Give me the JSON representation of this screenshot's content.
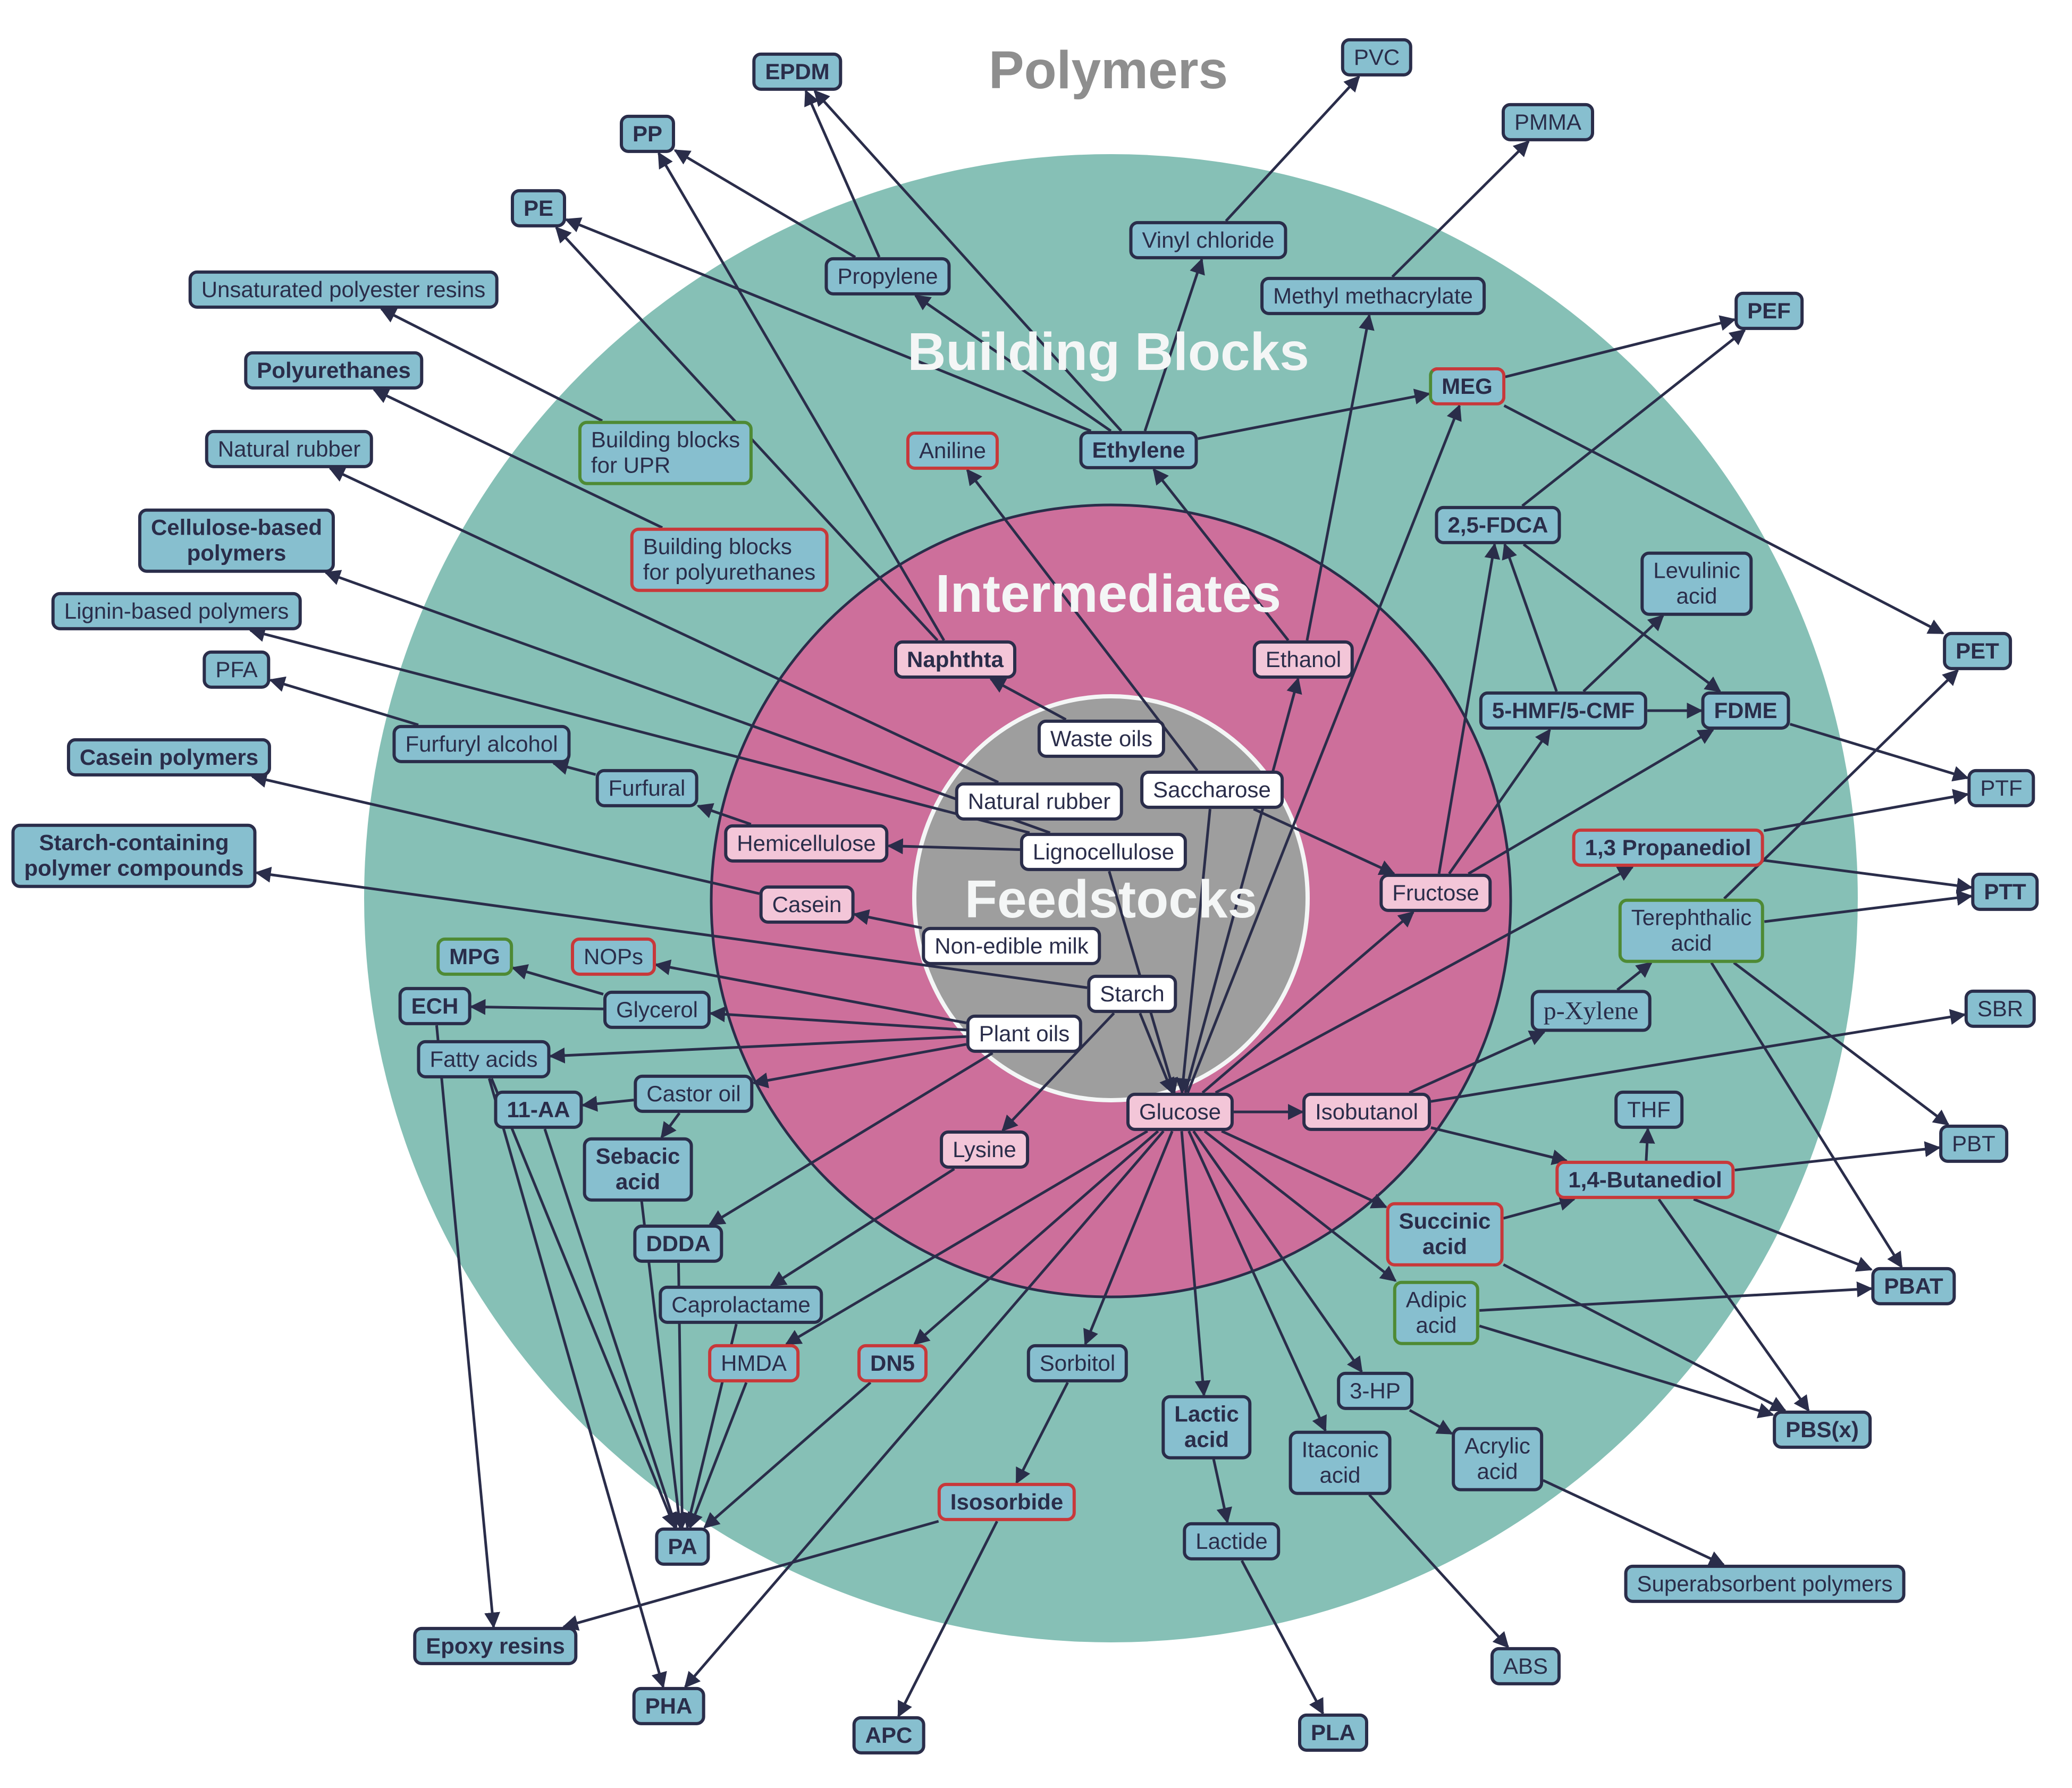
{
  "rings": {
    "polymers": "Polymers",
    "building_blocks": "Building Blocks",
    "intermediates": "Intermediates",
    "feedstocks": "Feedstocks"
  },
  "colors": {
    "teal_ring": "#86c0b6",
    "pink_ring": "#cd6f9b",
    "gray_core": "#9e9e9e",
    "node_blue": "#87bfcf",
    "node_pink": "#f3c6d8",
    "node_white": "#ffffff",
    "border_dark": "#2a2d4a",
    "border_red": "#c8383a",
    "border_green": "#4e8a34",
    "edge": "#2a2d4a"
  },
  "nodes": [
    {
      "id": "epdm",
      "label": "EPDM",
      "layer": "polymer",
      "bold": true
    },
    {
      "id": "pvc",
      "label": "PVC",
      "layer": "polymer"
    },
    {
      "id": "pp",
      "label": "PP",
      "layer": "polymer",
      "bold": true
    },
    {
      "id": "pmma",
      "label": "PMMA",
      "layer": "polymer"
    },
    {
      "id": "pe",
      "label": "PE",
      "layer": "polymer",
      "bold": true
    },
    {
      "id": "upr",
      "label": "Unsaturated polyester resins",
      "layer": "polymer"
    },
    {
      "id": "pef",
      "label": "PEF",
      "layer": "polymer",
      "bold": true
    },
    {
      "id": "pu",
      "label": "Polyurethanes",
      "layer": "polymer",
      "bold": true
    },
    {
      "id": "natrubber_p",
      "label": "Natural rubber",
      "layer": "polymer"
    },
    {
      "id": "cellulose",
      "label": "Cellulose-based\npolymers",
      "layer": "polymer",
      "bold": true
    },
    {
      "id": "lignin",
      "label": "Lignin-based polymers",
      "layer": "polymer"
    },
    {
      "id": "pfa",
      "label": "PFA",
      "layer": "polymer"
    },
    {
      "id": "casein_p",
      "label": "Casein polymers",
      "layer": "polymer",
      "bold": true
    },
    {
      "id": "starch_p",
      "label": "Starch-containing\npolymer compounds",
      "layer": "polymer",
      "bold": true
    },
    {
      "id": "pet",
      "label": "PET",
      "layer": "polymer",
      "bold": true
    },
    {
      "id": "ptf",
      "label": "PTF",
      "layer": "polymer"
    },
    {
      "id": "ptt",
      "label": "PTT",
      "layer": "polymer",
      "bold": true
    },
    {
      "id": "sbr",
      "label": "SBR",
      "layer": "polymer"
    },
    {
      "id": "pbt",
      "label": "PBT",
      "layer": "polymer"
    },
    {
      "id": "pbat",
      "label": "PBAT",
      "layer": "polymer",
      "bold": true
    },
    {
      "id": "pbs",
      "label": "PBS(x)",
      "layer": "polymer",
      "bold": true
    },
    {
      "id": "sap",
      "label": "Superabsorbent polymers",
      "layer": "polymer"
    },
    {
      "id": "abs",
      "label": "ABS",
      "layer": "polymer"
    },
    {
      "id": "pla",
      "label": "PLA",
      "layer": "polymer",
      "bold": true
    },
    {
      "id": "apc",
      "label": "APC",
      "layer": "polymer",
      "bold": true
    },
    {
      "id": "pha",
      "label": "PHA",
      "layer": "polymer",
      "bold": true
    },
    {
      "id": "epoxy",
      "label": "Epoxy resins",
      "layer": "polymer",
      "bold": true
    },
    {
      "id": "pa",
      "label": "PA",
      "layer": "polymer",
      "bold": true
    },
    {
      "id": "propylene",
      "label": "Propylene",
      "layer": "building_block"
    },
    {
      "id": "vinyl",
      "label": "Vinyl chloride",
      "layer": "building_block"
    },
    {
      "id": "mma",
      "label": "Methyl methacrylate",
      "layer": "building_block"
    },
    {
      "id": "meg",
      "label": "MEG",
      "layer": "building_block",
      "bold": true,
      "border": "mixed"
    },
    {
      "id": "bb_upr",
      "label": "Building blocks\nfor UPR",
      "layer": "building_block",
      "border": "green",
      "align": "left"
    },
    {
      "id": "bb_pu",
      "label": "Building blocks\nfor polyurethanes",
      "layer": "building_block",
      "border": "red",
      "align": "left"
    },
    {
      "id": "aniline",
      "label": "Aniline",
      "layer": "building_block",
      "border": "red"
    },
    {
      "id": "ethylene",
      "label": "Ethylene",
      "layer": "building_block",
      "bold": true
    },
    {
      "id": "fdca",
      "label": "2,5-FDCA",
      "layer": "building_block",
      "bold": true
    },
    {
      "id": "levulinic",
      "label": "Levulinic\nacid",
      "layer": "building_block"
    },
    {
      "id": "hmf",
      "label": "5-HMF/5-CMF",
      "layer": "building_block",
      "bold": true
    },
    {
      "id": "fdme",
      "label": "FDME",
      "layer": "building_block",
      "bold": true
    },
    {
      "id": "pdo",
      "label": "1,3 Propanediol",
      "layer": "building_block",
      "bold": true,
      "border": "red"
    },
    {
      "id": "tpa",
      "label": "Terephthalic\nacid",
      "layer": "building_block",
      "border": "green"
    },
    {
      "id": "pxylene",
      "label": "p-Xylene",
      "layer": "building_block",
      "serif": true
    },
    {
      "id": "thf",
      "label": "THF",
      "layer": "building_block"
    },
    {
      "id": "bdo",
      "label": "1,4-Butanediol",
      "layer": "building_block",
      "bold": true,
      "border": "red"
    },
    {
      "id": "succinic",
      "label": "Succinic\nacid",
      "layer": "building_block",
      "bold": true,
      "border": "red"
    },
    {
      "id": "adipic",
      "label": "Adipic\nacid",
      "layer": "building_block",
      "border": "green"
    },
    {
      "id": "hp3",
      "label": "3-HP",
      "layer": "building_block"
    },
    {
      "id": "acrylic",
      "label": "Acrylic\nacid",
      "layer": "building_block"
    },
    {
      "id": "itaconic",
      "label": "Itaconic\nacid",
      "layer": "building_block"
    },
    {
      "id": "lactic",
      "label": "Lactic\nacid",
      "layer": "building_block",
      "bold": true
    },
    {
      "id": "lactide",
      "label": "Lactide",
      "layer": "building_block"
    },
    {
      "id": "sorbitol",
      "label": "Sorbitol",
      "layer": "building_block"
    },
    {
      "id": "isosorbide",
      "label": "Isosorbide",
      "layer": "building_block",
      "bold": true,
      "border": "red"
    },
    {
      "id": "dn5",
      "label": "DN5",
      "layer": "building_block",
      "bold": true,
      "border": "red"
    },
    {
      "id": "hmda",
      "label": "HMDA",
      "layer": "building_block",
      "border": "red"
    },
    {
      "id": "caprolactame",
      "label": "Caprolactame",
      "layer": "building_block"
    },
    {
      "id": "ddda",
      "label": "DDDA",
      "layer": "building_block",
      "bold": true
    },
    {
      "id": "sebacic",
      "label": "Sebacic\nacid",
      "layer": "building_block",
      "bold": true
    },
    {
      "id": "aa11",
      "label": "11-AA",
      "layer": "building_block",
      "bold": true
    },
    {
      "id": "castor",
      "label": "Castor oil",
      "layer": "building_block"
    },
    {
      "id": "fatty",
      "label": "Fatty acids",
      "layer": "building_block"
    },
    {
      "id": "ech",
      "label": "ECH",
      "layer": "building_block",
      "bold": true
    },
    {
      "id": "glycerol",
      "label": "Glycerol",
      "layer": "building_block"
    },
    {
      "id": "mpg",
      "label": "MPG",
      "layer": "building_block",
      "bold": true,
      "border": "green"
    },
    {
      "id": "nops",
      "label": "NOPs",
      "layer": "building_block",
      "border": "red"
    },
    {
      "id": "furfuryl",
      "label": "Furfuryl alcohol",
      "layer": "building_block"
    },
    {
      "id": "furfural",
      "label": "Furfural",
      "layer": "building_block"
    },
    {
      "id": "naphtha",
      "label": "Naphthta",
      "layer": "intermediate",
      "bold": true
    },
    {
      "id": "ethanol",
      "label": "Ethanol",
      "layer": "intermediate"
    },
    {
      "id": "hemicellulose",
      "label": "Hemicellulose",
      "layer": "intermediate"
    },
    {
      "id": "casein",
      "label": "Casein",
      "layer": "intermediate"
    },
    {
      "id": "fructose",
      "label": "Fructose",
      "layer": "intermediate"
    },
    {
      "id": "glucose",
      "label": "Glucose",
      "layer": "intermediate"
    },
    {
      "id": "isobutanol",
      "label": "Isobutanol",
      "layer": "intermediate"
    },
    {
      "id": "lysine",
      "label": "Lysine",
      "layer": "intermediate"
    },
    {
      "id": "waste_oils",
      "label": "Waste oils",
      "layer": "feedstock"
    },
    {
      "id": "natrubber_f",
      "label": "Natural rubber",
      "layer": "feedstock"
    },
    {
      "id": "saccharose",
      "label": "Saccharose",
      "layer": "feedstock"
    },
    {
      "id": "lignocellulose",
      "label": "Lignocellulose",
      "layer": "feedstock"
    },
    {
      "id": "nonedible_milk",
      "label": "Non-edible milk",
      "layer": "feedstock"
    },
    {
      "id": "starch",
      "label": "Starch",
      "layer": "feedstock"
    },
    {
      "id": "plant_oils",
      "label": "Plant oils",
      "layer": "feedstock"
    }
  ],
  "edges": [
    [
      "propylene",
      "epdm"
    ],
    [
      "propylene",
      "pp"
    ],
    [
      "ethylene",
      "epdm"
    ],
    [
      "ethylene",
      "pe"
    ],
    [
      "ethylene",
      "propylene"
    ],
    [
      "ethylene",
      "vinyl"
    ],
    [
      "ethylene",
      "meg"
    ],
    [
      "vinyl",
      "pvc"
    ],
    [
      "mma",
      "pmma"
    ],
    [
      "meg",
      "pef"
    ],
    [
      "meg",
      "pet"
    ],
    [
      "fdca",
      "pef"
    ],
    [
      "fdca",
      "fdme"
    ],
    [
      "hmf",
      "fdca"
    ],
    [
      "hmf",
      "fdme"
    ],
    [
      "hmf",
      "levulinic"
    ],
    [
      "fructose",
      "fdca"
    ],
    [
      "fructose",
      "hmf"
    ],
    [
      "fructose",
      "fdme"
    ],
    [
      "fdme",
      "ptf"
    ],
    [
      "pdo",
      "ptf"
    ],
    [
      "pdo",
      "ptt"
    ],
    [
      "tpa",
      "ptt"
    ],
    [
      "tpa",
      "pet"
    ],
    [
      "tpa",
      "pbt"
    ],
    [
      "tpa",
      "pbat"
    ],
    [
      "pxylene",
      "tpa"
    ],
    [
      "isobutanol",
      "pxylene"
    ],
    [
      "isobutanol",
      "sbr"
    ],
    [
      "isobutanol",
      "bdo"
    ],
    [
      "bdo",
      "thf"
    ],
    [
      "bdo",
      "pbt"
    ],
    [
      "bdo",
      "pbat"
    ],
    [
      "bdo",
      "pbs"
    ],
    [
      "succinic",
      "bdo"
    ],
    [
      "succinic",
      "pbs"
    ],
    [
      "adipic",
      "pbat"
    ],
    [
      "adipic",
      "pbs"
    ],
    [
      "hp3",
      "acrylic"
    ],
    [
      "acrylic",
      "sap"
    ],
    [
      "itaconic",
      "abs"
    ],
    [
      "lactic",
      "lactide"
    ],
    [
      "lactide",
      "pla"
    ],
    [
      "sorbitol",
      "isosorbide"
    ],
    [
      "isosorbide",
      "apc"
    ],
    [
      "isosorbide",
      "epoxy"
    ],
    [
      "glucose",
      "isobutanol"
    ],
    [
      "glucose",
      "succinic"
    ],
    [
      "glucose",
      "adipic"
    ],
    [
      "glucose",
      "hp3"
    ],
    [
      "glucose",
      "itaconic"
    ],
    [
      "glucose",
      "lactic"
    ],
    [
      "glucose",
      "sorbitol"
    ],
    [
      "glucose",
      "dn5"
    ],
    [
      "glucose",
      "hmda"
    ],
    [
      "glucose",
      "pha"
    ],
    [
      "glucose",
      "ethanol"
    ],
    [
      "glucose",
      "meg"
    ],
    [
      "glucose",
      "fructose"
    ],
    [
      "glucose",
      "pdo"
    ],
    [
      "starch",
      "glucose"
    ],
    [
      "starch",
      "lysine"
    ],
    [
      "starch",
      "starch_p"
    ],
    [
      "saccharose",
      "glucose"
    ],
    [
      "saccharose",
      "fructose"
    ],
    [
      "saccharose",
      "aniline"
    ],
    [
      "lignocellulose",
      "glucose"
    ],
    [
      "lignocellulose",
      "hemicellulose"
    ],
    [
      "lignocellulose",
      "lignin"
    ],
    [
      "lignocellulose",
      "cellulose"
    ],
    [
      "natrubber_f",
      "natrubber_p"
    ],
    [
      "waste_oils",
      "naphtha"
    ],
    [
      "naphtha",
      "pp"
    ],
    [
      "naphtha",
      "pe"
    ],
    [
      "ethanol",
      "ethylene"
    ],
    [
      "nonedible_milk",
      "casein"
    ],
    [
      "casein",
      "casein_p"
    ],
    [
      "hemicellulose",
      "furfural"
    ],
    [
      "furfural",
      "furfuryl"
    ],
    [
      "furfuryl",
      "pfa"
    ],
    [
      "bb_upr",
      "upr"
    ],
    [
      "bb_pu",
      "pu"
    ],
    [
      "plant_oils",
      "nops"
    ],
    [
      "plant_oils",
      "glycerol"
    ],
    [
      "plant_oils",
      "fatty"
    ],
    [
      "plant_oils",
      "castor"
    ],
    [
      "plant_oils",
      "ddda"
    ],
    [
      "glycerol",
      "mpg"
    ],
    [
      "glycerol",
      "ech"
    ],
    [
      "castor",
      "aa11"
    ],
    [
      "castor",
      "sebacic"
    ],
    [
      "lysine",
      "caprolactame"
    ],
    [
      "ech",
      "epoxy"
    ],
    [
      "fatty",
      "pha"
    ],
    [
      "fatty",
      "pa"
    ],
    [
      "aa11",
      "pa"
    ],
    [
      "sebacic",
      "pa"
    ],
    [
      "ddda",
      "pa"
    ],
    [
      "caprolactame",
      "pa"
    ],
    [
      "hmda",
      "pa"
    ],
    [
      "dn5",
      "pa"
    ],
    [
      "ethanol",
      "mma"
    ]
  ]
}
